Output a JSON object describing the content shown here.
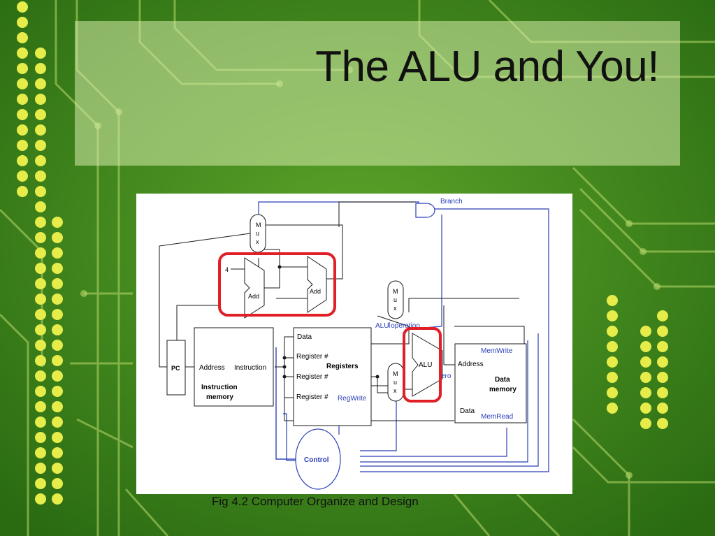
{
  "slide": {
    "title": "The ALU and You!",
    "caption": "Fig 4.2 Computer Organize and Design"
  },
  "diagram": {
    "labels": {
      "branch": "Branch",
      "mux_letters": [
        "M",
        "u",
        "x"
      ],
      "four": "4",
      "add": "Add",
      "alu": "ALU",
      "alu_operation": "ALU operation",
      "zero_fragment": "ero",
      "pc": "PC",
      "im_address": "Address",
      "im_instruction": "Instruction",
      "im_name_1": "Instruction",
      "im_name_2": "memory",
      "reg_data": "Data",
      "reg_register_1": "Register #",
      "reg_register_2": "Register #",
      "reg_register_3": "Register #",
      "reg_name": "Registers",
      "regwrite": "RegWrite",
      "dm_memwrite": "MemWrite",
      "dm_address": "Address",
      "dm_name_1": "Data",
      "dm_name_2": "memory",
      "dm_data": "Data",
      "dm_memread": "MemRead",
      "control": "Control"
    },
    "colors": {
      "wire": "#1a1a1a",
      "control_wire": "#2b3fb8",
      "control_text": "#2b3fb8",
      "highlight": "#e01f26"
    }
  },
  "background": {
    "trace_color": "#b8d96a",
    "dot_color": "#e6ec4a",
    "base_color": "#3d8a1c"
  }
}
